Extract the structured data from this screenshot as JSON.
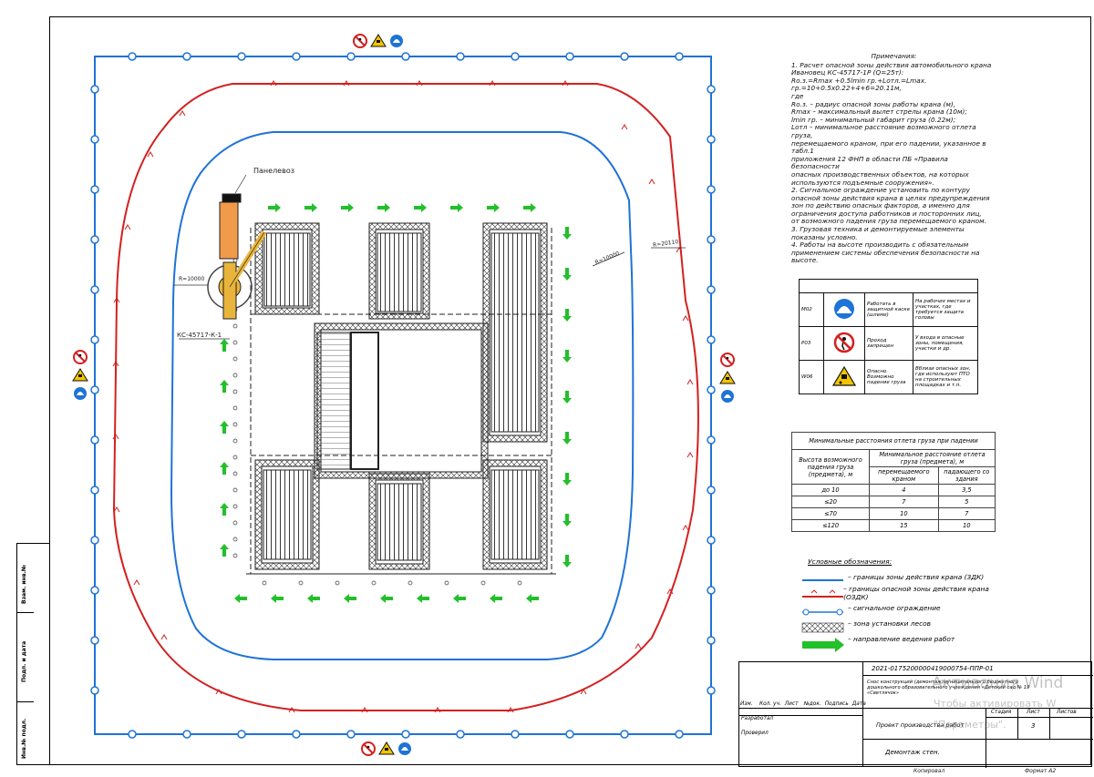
{
  "notes": {
    "title": "Примечания:",
    "lines": [
      "1. Расчет опасной зоны действия автомобильного крана",
      "Ивановец КС-45717-1Р (Q=25т):",
      "Rо.з.=Rmax +0.5lmin гр.+Lотл.=Lmax. гр.=10+0.5х0.22+4+6=20.11м,",
      "где",
      "Rо.з. – радиус опасной зоны работы крана (м),",
      "Rmax – максимальный вылет стрелы крана (10м);",
      "lmin гр. – минимальный габарит груза (0.22м);",
      "Lотл – минимальное расстояние возможного отлета груза,",
      "перемещаемого краном, при его падении, указанное в табл.1",
      "приложения 12 ФНП в области ПБ «Правила безопасности",
      "опасных производственных объектов, на которых",
      "используются подъемные сооружения».",
      "2. Сигнальное ограждение установить по контуру",
      "опасной зоны действия крана в целях предупреждения",
      "зон по действию опасных факторов, а именно для",
      "ограничения доступа работников и посторонних лиц,",
      "от возможного падения груза перемещаемого краном.",
      "3. Грузовая техника и демонтируемые элементы",
      "показаны условно.",
      "4. Работы на высоте производить с обязательным",
      "применением системы обеспечения безопасности на",
      "высоте."
    ]
  },
  "signs_table": {
    "rows": [
      {
        "code": "М02",
        "name": "Работать в защитной каске (шлеме)",
        "desc": "На рабочих местах и участках, где требуется защита головы",
        "icon": "helmet-icon"
      },
      {
        "code": "Р03",
        "name": "Проход запрещен",
        "desc": "У входа в опасные зоны, помещения, участки и др.",
        "icon": "no-entry-icon"
      },
      {
        "code": "W06",
        "name": "Опасно. Возможно падение груза",
        "desc": "Вблизи опасных зон, где используют ПТО на строительных площадках и т.п.",
        "icon": "falling-load-icon"
      }
    ]
  },
  "distance_table": {
    "caption": "Минимальные расстояния отлета груза при падении",
    "col1": "Высота возможного падения груза (предмета), м",
    "col2": "Минимальное расстояние отлета груза (предмета), м",
    "sub1": "перемещаемого краном",
    "sub2": "падающего со здания",
    "rows": [
      [
        "до 10",
        "4",
        "3,5"
      ],
      [
        "≤20",
        "7",
        "5"
      ],
      [
        "≤70",
        "10",
        "7"
      ],
      [
        "≤120",
        "15",
        "10"
      ]
    ]
  },
  "legend": {
    "title": "Условные обозначения:",
    "items": [
      "– границы зоны действия крана (ЗДК)",
      "– границы опасной зоны действия крана (ОЗДК)",
      "– сигнальное ограждение",
      "– зона установки лесов",
      "– направление ведения работ"
    ]
  },
  "drawing_labels": {
    "panelevoz": "Панелевоз",
    "crane": "КС-45717-К-1",
    "r_left": "R=10000",
    "r_mid": "R=10000",
    "r_outer": "R=20110"
  },
  "stamp": {
    "code": "2021-0175200000419000754-ППР-01",
    "object": "Снос конструкций (демонтаж)муниципального бюджетного дошкольного образовательного учреждения «Детский сад № 19 «Светлячок»",
    "doc": "Проект производства работ",
    "sheet_title": "Демонтаж стен.",
    "headers": [
      "Изм.",
      "Кол. уч.",
      "Лист",
      "№док.",
      "Подпись",
      "Дата"
    ],
    "roles": [
      "Разработал",
      "Проверил"
    ],
    "stage": "Стадия",
    "sheet": "Лист",
    "sheets": "Листов",
    "sheet_no": "3",
    "copied": "Копировал",
    "format": "Формат А2"
  },
  "side_stamp": [
    "Взам. инв.№",
    "Подп. и дата",
    "Инв.№ подл."
  ],
  "watermark": {
    "line1": "Активация Wind",
    "line2": "Чтобы активировать W",
    "line3": "\"Параметры\"."
  },
  "colors": {
    "zone": "#1e73d6",
    "danger": "#d42020",
    "arrow": "#22c02a",
    "building": "#222222"
  }
}
